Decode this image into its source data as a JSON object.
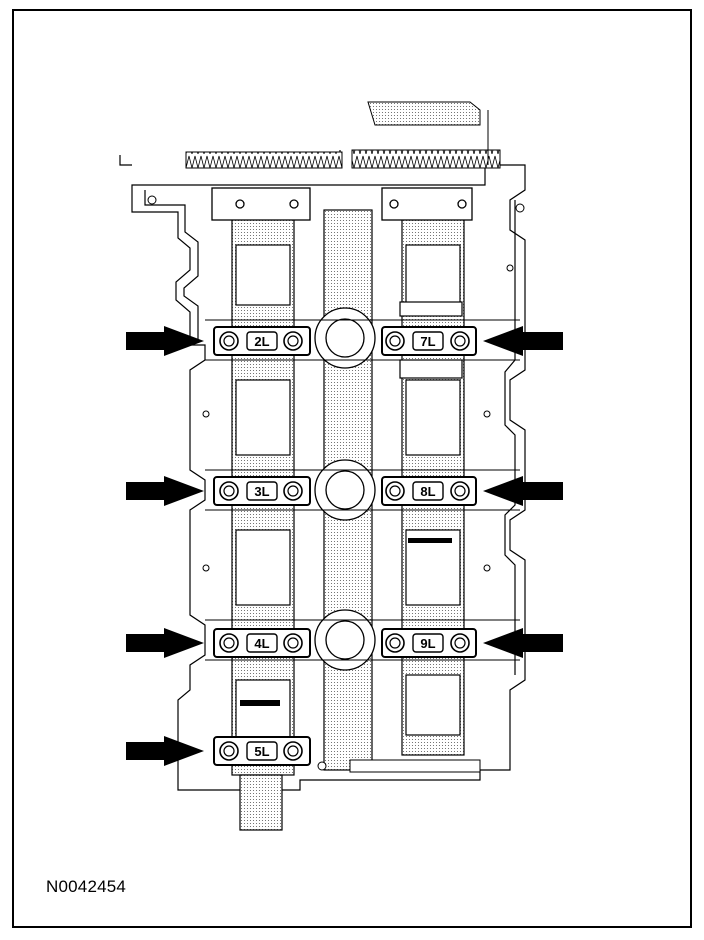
{
  "figure": {
    "reference_code": "N0042454",
    "bearing_caps": [
      {
        "id": "2L",
        "label": "2L",
        "side": "left",
        "row": 1
      },
      {
        "id": "7L",
        "label": "7L",
        "side": "right",
        "row": 1
      },
      {
        "id": "3L",
        "label": "3L",
        "side": "left",
        "row": 2
      },
      {
        "id": "8L",
        "label": "8L",
        "side": "right",
        "row": 2
      },
      {
        "id": "4L",
        "label": "4L",
        "side": "left",
        "row": 3
      },
      {
        "id": "9L",
        "label": "9L",
        "side": "right",
        "row": 3
      },
      {
        "id": "5L",
        "label": "5L",
        "side": "left",
        "row": 4
      }
    ],
    "arrows": [
      {
        "points_to": "2L",
        "from": "left"
      },
      {
        "points_to": "7L",
        "from": "right"
      },
      {
        "points_to": "3L",
        "from": "left"
      },
      {
        "points_to": "8L",
        "from": "right"
      },
      {
        "points_to": "4L",
        "from": "left"
      },
      {
        "points_to": "9L",
        "from": "right"
      },
      {
        "points_to": "5L",
        "from": "left"
      }
    ],
    "colors": {
      "line": "#000000",
      "fill": "#ffffff",
      "shade": "#d9d9d9"
    }
  }
}
